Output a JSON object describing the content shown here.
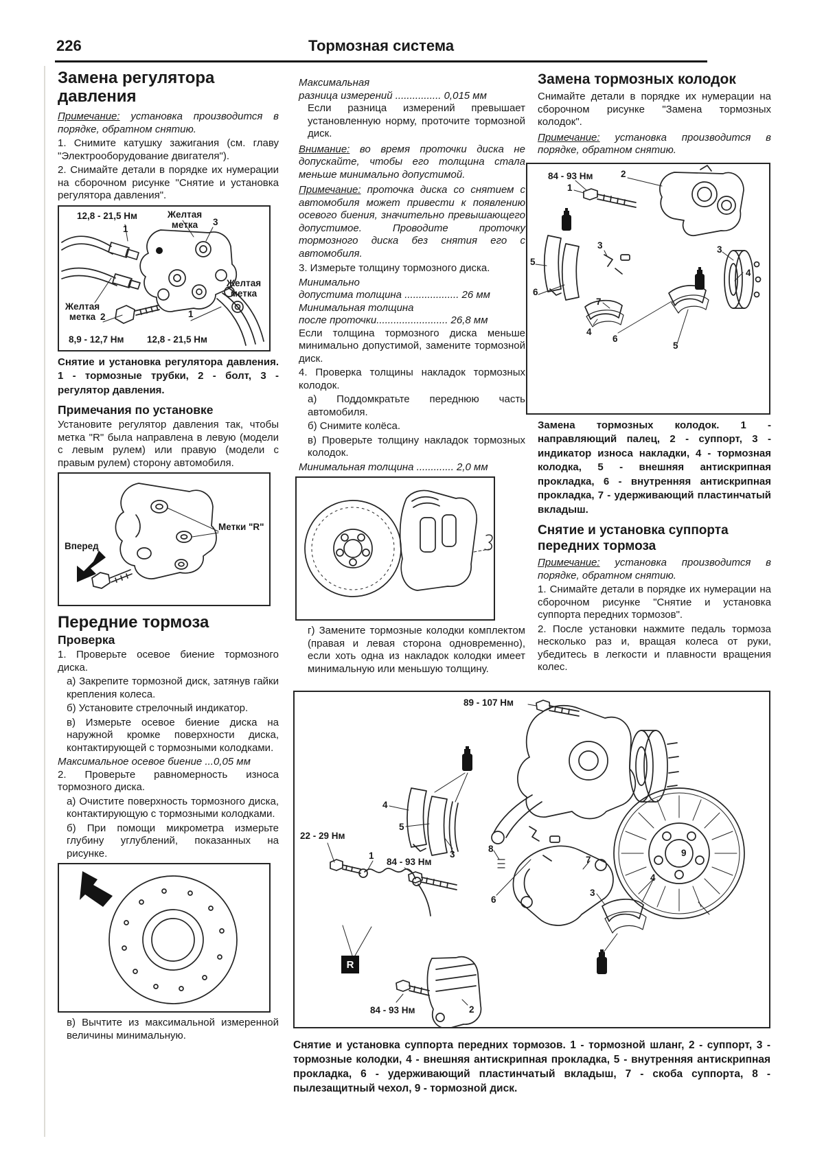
{
  "header": {
    "page_number": "226",
    "title": "Тормозная система"
  },
  "nums": {
    "n1": "1",
    "n2": "2",
    "n3": "3",
    "n4": "4",
    "n5": "5",
    "n6": "6",
    "n7": "7",
    "n8": "8",
    "n9": "9"
  },
  "left": {
    "h_regulator": "Замена регулятора давления",
    "note_label": "Примечание:",
    "note_text": " установка производится в порядке, обратном снятию.",
    "step1": "1. Снимите катушку зажигания (см. главу \"Электрооборудование двигателя\").",
    "step2": "2. Снимайте детали в порядке их нумерации на сборочном рисунке \"Снятие и установка регулятора давления\".",
    "fig_regulator": {
      "torque_top": "12,8 - 21,5 Нм",
      "torque_bottom_left": "8,9 - 12,7 Нм",
      "torque_bottom_right": "12,8 - 21,5 Нм",
      "mark_top": "Желтая метка",
      "mark_right": "Желтая метка",
      "mark_left": "Желтая метка",
      "caption": "Снятие и установка регулятора давления. 1 - тормозные трубки, 2 - болт, 3 - регулятор давления."
    },
    "h_install_notes": "Примечания по установке",
    "install_text": "Установите регулятор давления так, чтобы метка \"R\" была направлена в левую (модели с левым рулем) или правую (модели с правым рулем) сторону автомобиля.",
    "fig_marks": {
      "forward": "Вперед",
      "marks_r": "Метки \"R\""
    },
    "h_front_brakes": "Передние тормоза",
    "h_check": "Проверка",
    "check1": "1. Проверьте осевое биение тормозного диска.",
    "check1a": "а) Закрепите тормозной диск, затянув гайки крепления колеса.",
    "check1b": "б) Установите стрелочный индикатор.",
    "check1c": "в) Измерьте осевое биение диска на наружной кромке поверхности диска, контактирующей с тормозными колодками.",
    "spec_runout": "Максимальное осевое биение ...0,05 мм",
    "check2": "2. Проверьте равномерность износа тормозного диска.",
    "check2a": "а) Очистите поверхность тормозного диска, контактирующую с тормозными колодками.",
    "check2b": "б) При помощи микрометра измерьте глубину углублений, показанных на рисунке.",
    "check2c": "в) Вычтите из максимальной измеренной величины минимальную."
  },
  "middle": {
    "spec_max_line1": "Максимальная",
    "spec_max_line2": "разница измерений ................ 0,015 мм",
    "p_exceed": "Если разница измерений превышает установленную норму, проточите тормозной диск.",
    "warn_label": "Внимание:",
    "warn_text": " во время проточки диска не допускайте, чтобы его толщина стала меньше минимально допустимой.",
    "note_label": "Примечание:",
    "note_text": " проточка диска со снятием с автомобиля может привести к появлению осевого биения, значительно превышающего допустимое. Проводите проточку тормозного диска без снятия его с автомобиля.",
    "step3": "3. Измерьте толщину тормозного диска.",
    "spec_min_line1": "Минимально",
    "spec_min_line2": "допустима толщина ................... 26 мм",
    "spec_after_line1": "Минимальная толщина",
    "spec_after_line2": "после проточки......................... 26,8 мм",
    "p_replace": "Если толщина тормозного диска меньше минимально допустимой, замените тормозной диск.",
    "step4": "4. Проверка толщины накладок тормозных колодок.",
    "step4a": "а) Поддомкратьте переднюю часть автомобиля.",
    "step4b": "б) Снимите колёса.",
    "step4c": "в) Проверьте толщину накладок тормозных колодок.",
    "spec_pad": "Минимальная толщина ............. 2,0 мм",
    "step4d": "г) Замените тормозные колодки комплектом (правая и левая сторона одновременно), если хоть одна из накладок колодки имеет минимальную или меньшую толщину."
  },
  "right": {
    "h_pads": "Замена тормозных колодок",
    "p_order": "Снимайте детали в порядке их нумерации на сборочном рисунке \"Замена тормозных колодок\".",
    "note_label": "Примечание:",
    "note_text": " установка производится в порядке, обратном снятию.",
    "fig_pads": {
      "torque": "84 - 93 Нм",
      "caption": "Замена тормозных колодок. 1 - направляющий палец, 2 - суппорт, 3 - индикатор износа накладки, 4 - тормозная колодка, 5 - внешняя антискрипная прокладка, 6 - внутренняя антискрипная прокладка, 7 - удерживающий пластинчатый вкладыш."
    },
    "h_caliper": "Снятие и установка суппорта передних тормоза",
    "note2_label": "Примечание:",
    "note2_text": " установка производится в порядке, обратном снятию.",
    "step1": "1. Снимайте детали в порядке их нумерации на сборочном рисунке \"Снятие и установка суппорта передних тормозов\".",
    "step2": "2. После установки нажмите педаль тормоза несколько раз и, вращая колеса от руки, убедитесь в легкости и плавности вращения колес."
  },
  "bottom_figure": {
    "torque_top": "89 - 107 Нм",
    "torque_left": "22 - 29 Нм",
    "torque_mid": "84 - 93 Нм",
    "torque_bottom": "84 - 93 Нм",
    "r_mark": "R",
    "caption": "Снятие и установка суппорта передних тормозов. 1 - тормозной шланг, 2 - суппорт, 3 - тормозные колодки, 4 - внешняя антискрипная прокладка, 5 - внутренняя антискрипная прокладка, 6 - удерживающий пластинчатый вкладыш, 7 - скоба суппорта, 8 - пылезащитный чехол, 9 - тормозной диск."
  }
}
